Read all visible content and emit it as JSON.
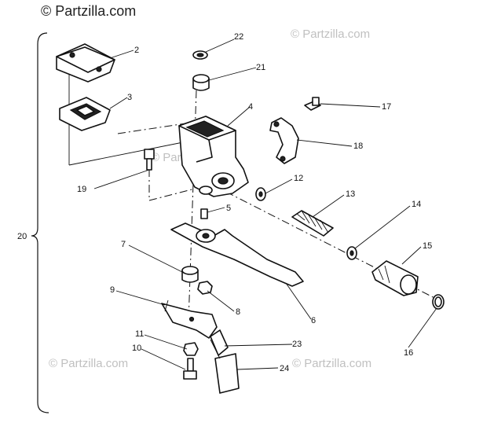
{
  "watermarks": [
    {
      "text": "© Partzilla.com",
      "size": 18,
      "color": "#222222"
    },
    {
      "text": "© Partzilla.com",
      "size": 15,
      "color": "#c0c0c0"
    },
    {
      "text": "© Partzilla.com",
      "size": 15,
      "color": "#c0c0c0"
    },
    {
      "text": "© Partzilla.com",
      "size": 15,
      "color": "#c0c0c0"
    },
    {
      "text": "© Partzilla.com",
      "size": 15,
      "color": "#c0c0c0"
    }
  ],
  "callouts": [
    "2",
    "3",
    "4",
    "22",
    "21",
    "17",
    "18",
    "19",
    "12",
    "13",
    "5",
    "14",
    "15",
    "7",
    "9",
    "8",
    "6",
    "11",
    "23",
    "10",
    "24",
    "16",
    "20"
  ]
}
